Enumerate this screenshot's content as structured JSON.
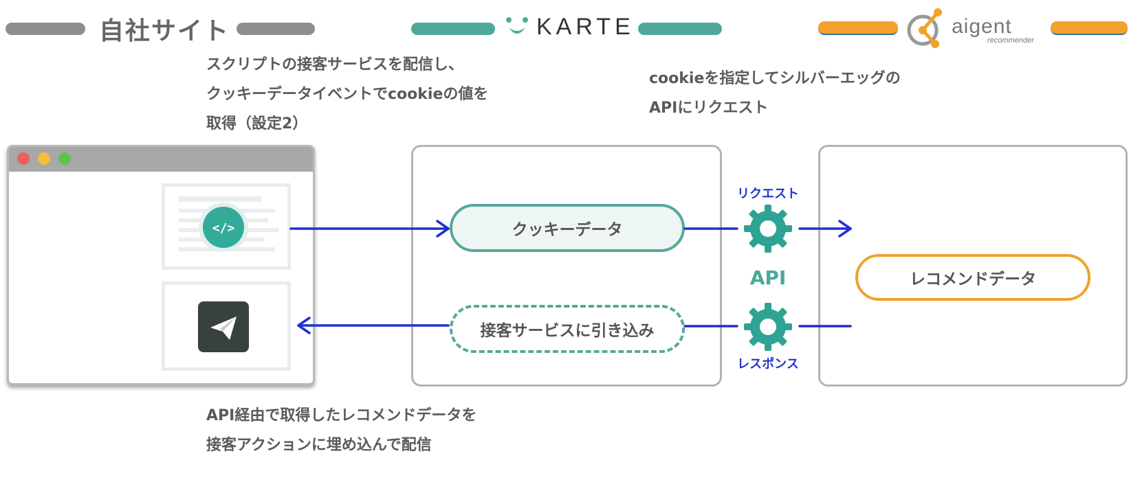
{
  "header": {
    "site_title": "自社サイト",
    "karte_logo": "KARTE",
    "aigent_logo_main": "aigent",
    "aigent_logo_sub": "recommender"
  },
  "notes": {
    "site_top": [
      "スクリプトの接客サービスを配信し、",
      "クッキーデータイベントでcookieの値を",
      "取得（設定2）"
    ],
    "karte_top": [
      "cookieを指定してシルバーエッグの",
      "APIにリクエスト"
    ],
    "site_bottom": [
      "API経由で取得したレコメンドデータを",
      "接客アクションに埋め込んで配信"
    ]
  },
  "karte": {
    "cookie_data": "クッキーデータ",
    "serve_action": "接客サービスに引き込み"
  },
  "api": {
    "request": "リクエスト",
    "label": "API",
    "response": "レスポンス"
  },
  "aigent": {
    "recommend_data": "レコメンドデータ"
  },
  "icons": {
    "script": "code-icon",
    "send": "paper-plane-icon",
    "gear": "gear-icon"
  },
  "colors": {
    "teal": "#4fa99b",
    "orange": "#f2a22c",
    "gray": "#8e8e8e",
    "arrow_blue": "#1f2fd0"
  }
}
